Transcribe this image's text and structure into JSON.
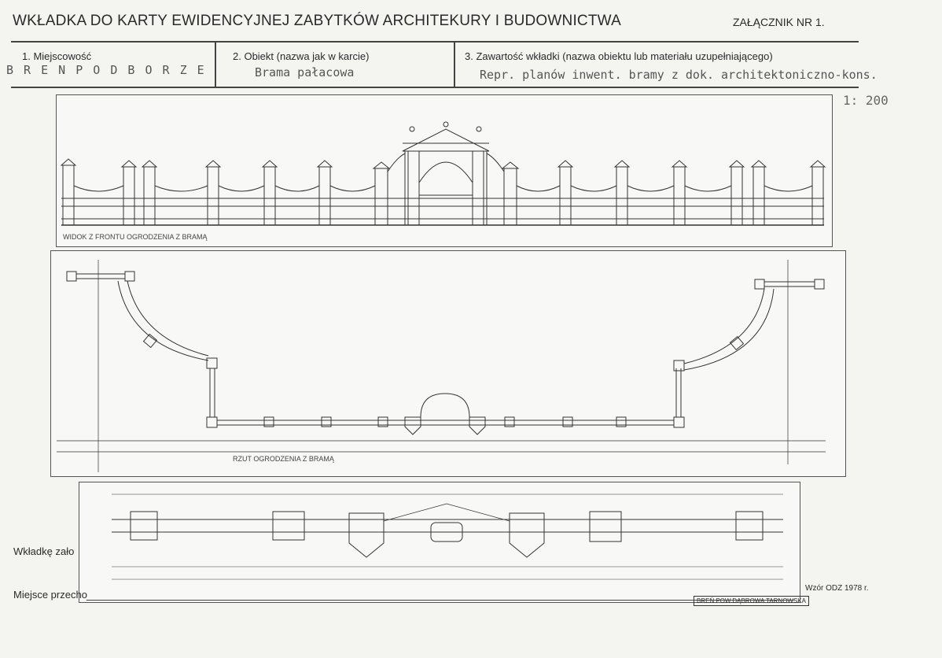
{
  "header": {
    "title": "WKŁADKA DO KARTY EWIDENCYJNEJ ZABYTKÓW ARCHITEKURY I BUDOWNICTWA",
    "attachment": "ZAŁĄCZNIK NR 1."
  },
  "fields": [
    {
      "label": "1. Miejscowość",
      "value": "B R E N   P O D B O R Z E"
    },
    {
      "label": "2. Obiekt (nazwa jak w karcie)",
      "value": "Brama pałacowa"
    },
    {
      "label": "3. Zawartość wkładki (nazwa obiektu lub materiału uzupełniającego)",
      "value": "Repr. planów inwent. bramy z dok. architektoniczno-kons."
    }
  ],
  "scale": "1: 200",
  "drawings": {
    "elevation_caption": "WIDOK Z FRONTU OGRODZENIA Z BRAMĄ",
    "plan_caption": "RZUT OGRODZENIA Z BRAMĄ",
    "stamp": "BREŃ POW.DĄBROWA TARNOWSKA"
  },
  "footer": {
    "inserted_by": "Wkładkę zało",
    "storage_place": "Miejsce przecho",
    "edition": "Wzór ODZ 1978 r."
  }
}
